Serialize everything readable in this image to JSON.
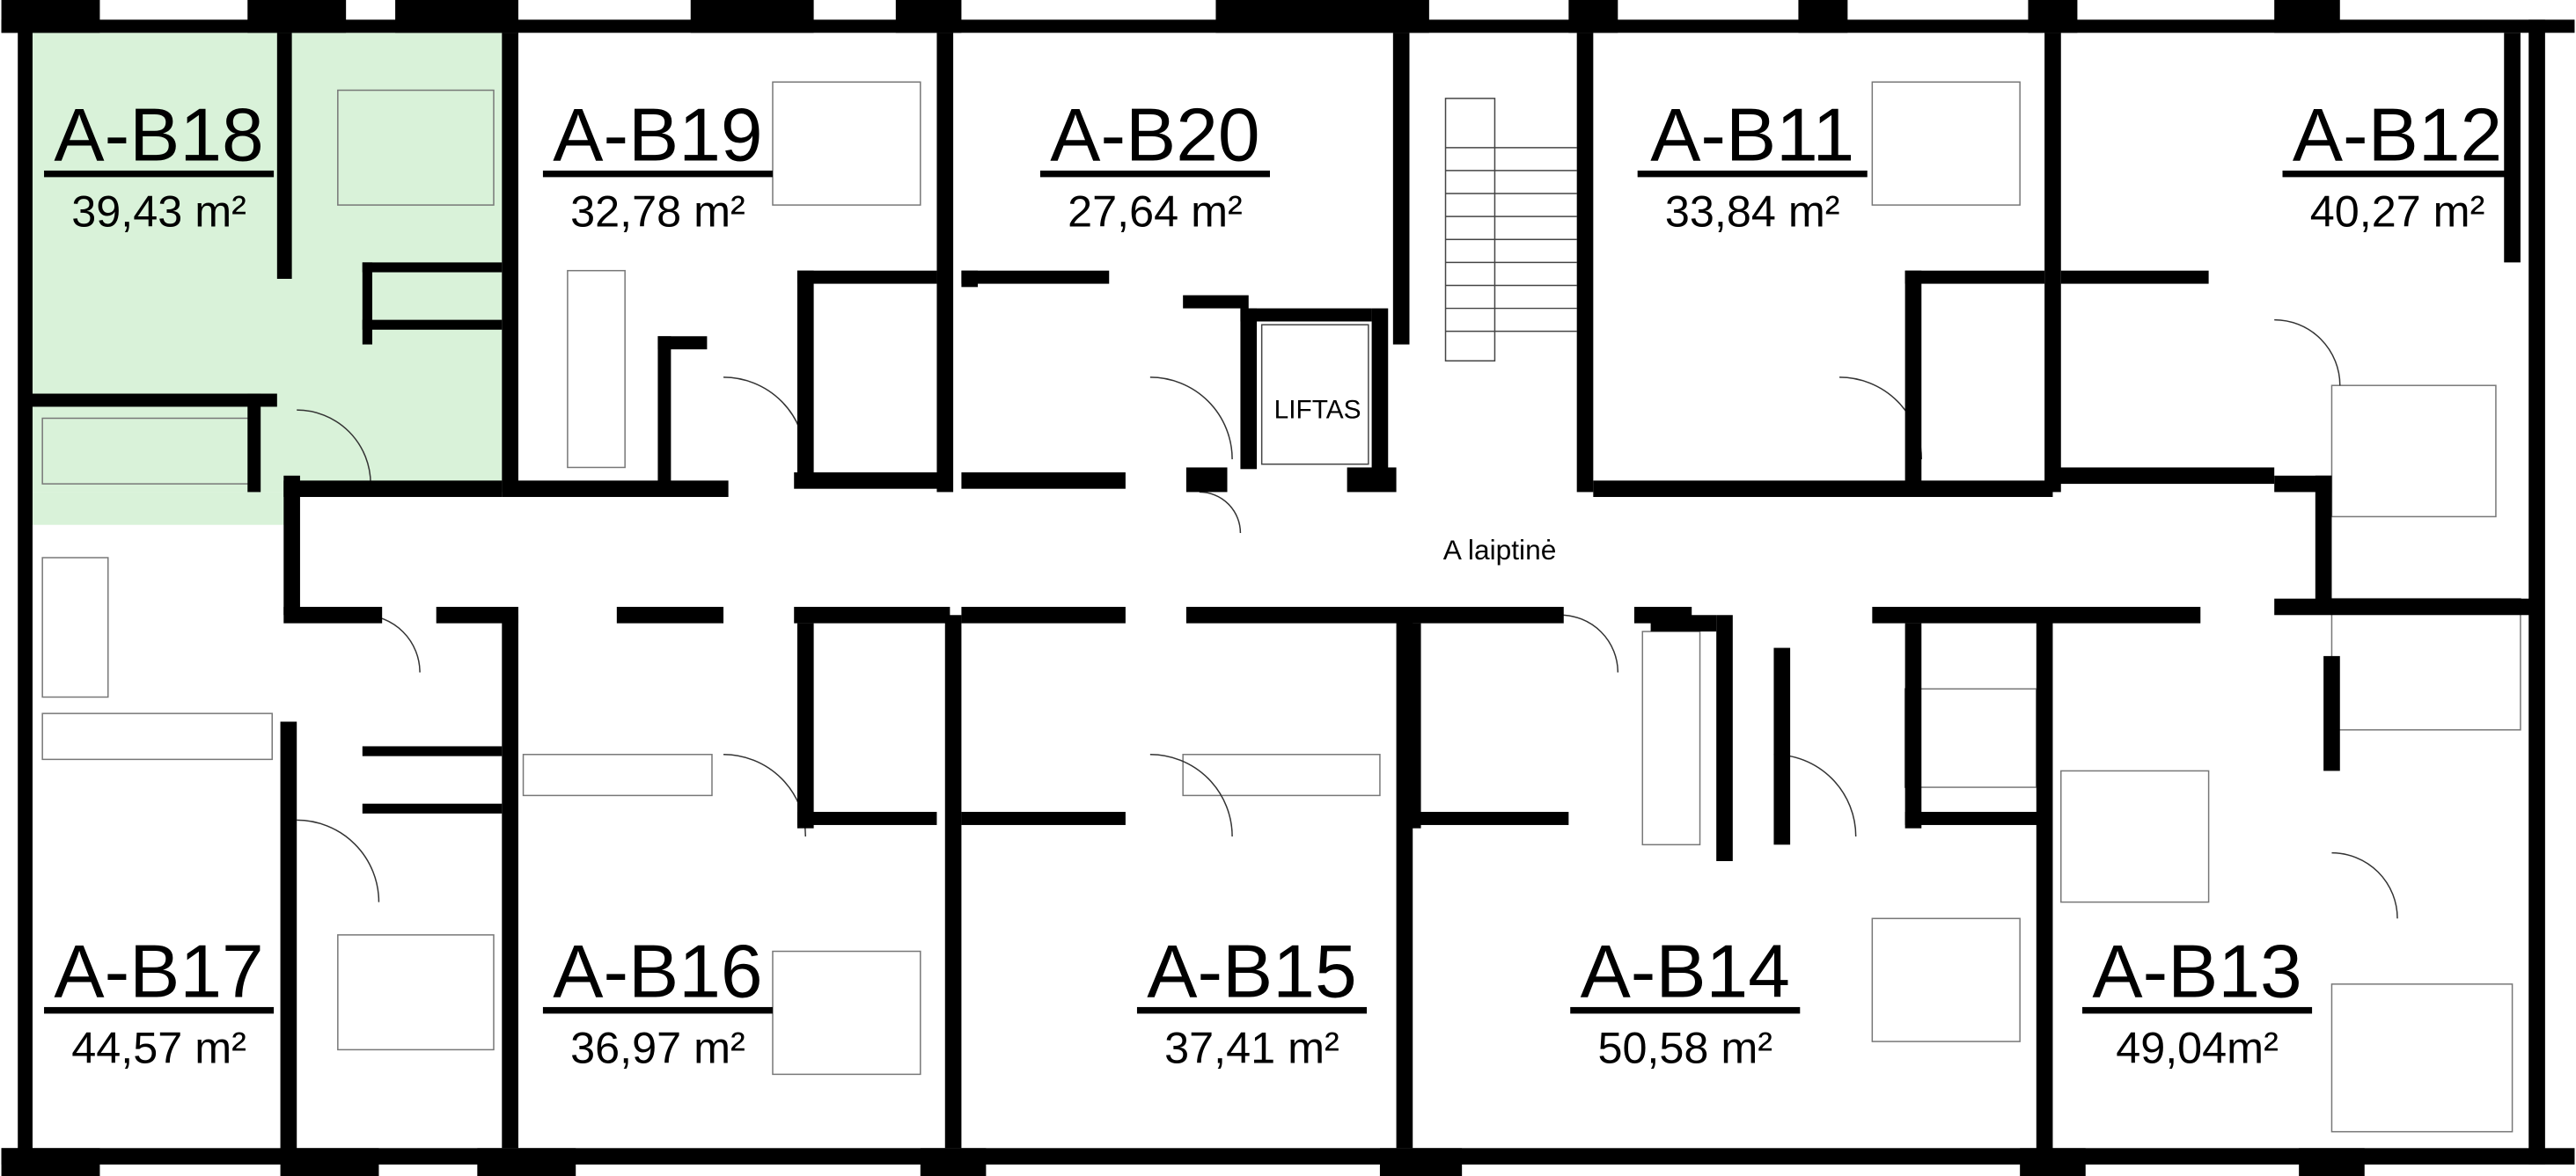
{
  "floor": {
    "corridor_label": "A laiptinė",
    "lift_label": "LIFTAS",
    "highlight_color": "#d9f2d9",
    "wall_color": "#000000"
  },
  "apartments": [
    {
      "id": "A-B18",
      "area": "39,43 m²",
      "selected": true
    },
    {
      "id": "A-B19",
      "area": "32,78 m²",
      "selected": false
    },
    {
      "id": "A-B20",
      "area": "27,64 m²",
      "selected": false
    },
    {
      "id": "A-B11",
      "area": "33,84 m²",
      "selected": false
    },
    {
      "id": "A-B12",
      "area": "40,27 m²",
      "selected": false
    },
    {
      "id": "A-B17",
      "area": "44,57 m²",
      "selected": false
    },
    {
      "id": "A-B16",
      "area": "36,97 m²",
      "selected": false
    },
    {
      "id": "A-B15",
      "area": "37,41 m²",
      "selected": false
    },
    {
      "id": "A-B14",
      "area": "50,58 m²",
      "selected": false
    },
    {
      "id": "A-B13",
      "area": "49,04m²",
      "selected": false
    }
  ]
}
